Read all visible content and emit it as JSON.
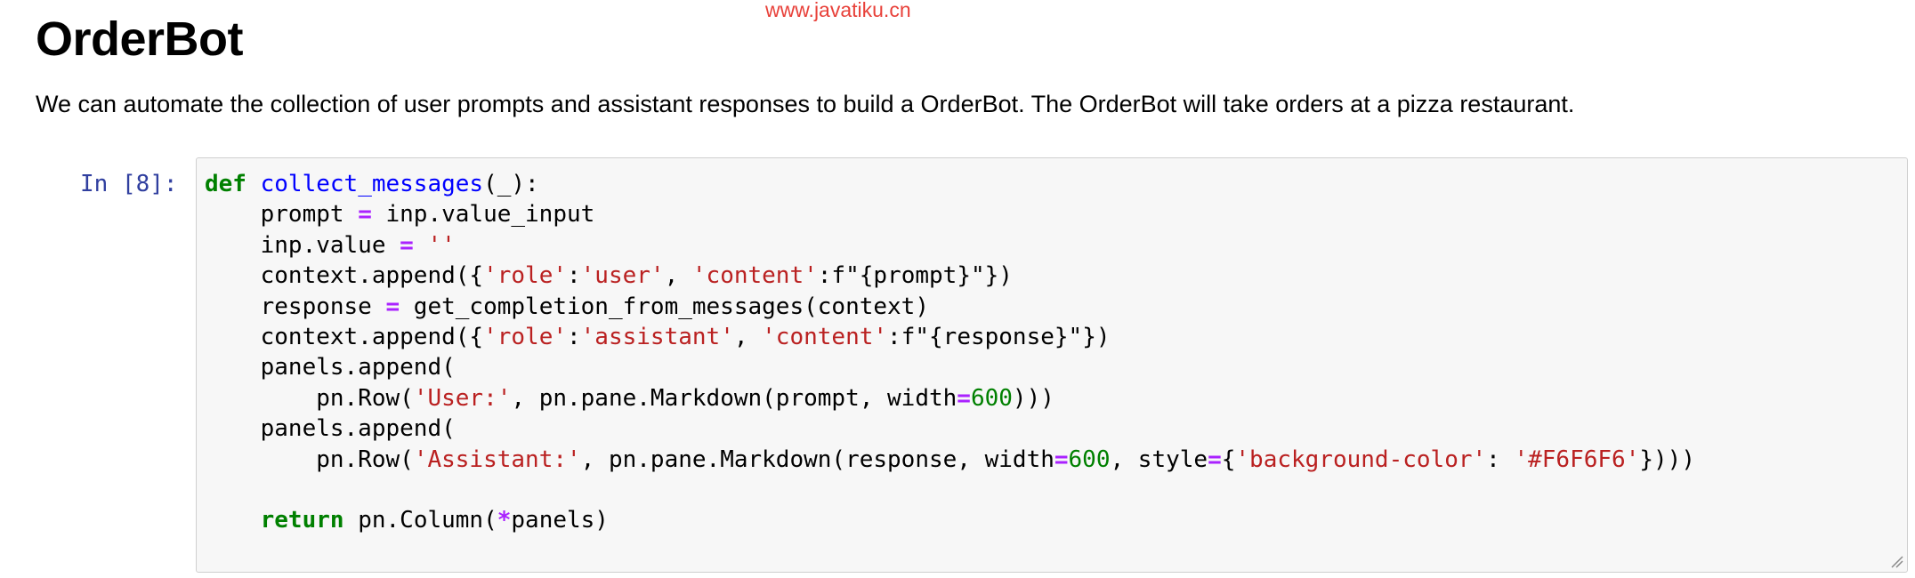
{
  "watermark": "www.javatiku.cn",
  "notebook": {
    "heading": "OrderBot",
    "description": "We can automate the collection of user prompts and assistant responses to build a OrderBot. The OrderBot will take orders at a pizza restaurant.",
    "cell": {
      "prompt_label": "In [8]:",
      "code_lines": [
        [
          {
            "t": "def",
            "c": "kw"
          },
          {
            "t": " ",
            "c": ""
          },
          {
            "t": "collect_messages",
            "c": "fn"
          },
          {
            "t": "(_):",
            "c": ""
          }
        ],
        [
          {
            "t": "    prompt ",
            "c": ""
          },
          {
            "t": "=",
            "c": "op"
          },
          {
            "t": " inp.value_input",
            "c": ""
          }
        ],
        [
          {
            "t": "    inp.value ",
            "c": ""
          },
          {
            "t": "=",
            "c": "op"
          },
          {
            "t": " ",
            "c": ""
          },
          {
            "t": "''",
            "c": "str"
          }
        ],
        [
          {
            "t": "    context.append({",
            "c": ""
          },
          {
            "t": "'role'",
            "c": "str"
          },
          {
            "t": ":",
            "c": ""
          },
          {
            "t": "'user'",
            "c": "str"
          },
          {
            "t": ", ",
            "c": ""
          },
          {
            "t": "'content'",
            "c": "str"
          },
          {
            "t": ":f\"{prompt}\"})",
            "c": ""
          }
        ],
        [
          {
            "t": "    response ",
            "c": ""
          },
          {
            "t": "=",
            "c": "op"
          },
          {
            "t": " get_completion_from_messages(context)",
            "c": ""
          }
        ],
        [
          {
            "t": "    context.append({",
            "c": ""
          },
          {
            "t": "'role'",
            "c": "str"
          },
          {
            "t": ":",
            "c": ""
          },
          {
            "t": "'assistant'",
            "c": "str"
          },
          {
            "t": ", ",
            "c": ""
          },
          {
            "t": "'content'",
            "c": "str"
          },
          {
            "t": ":f\"{response}\"})",
            "c": ""
          }
        ],
        [
          {
            "t": "    panels.append(",
            "c": ""
          }
        ],
        [
          {
            "t": "        pn.Row(",
            "c": ""
          },
          {
            "t": "'User:'",
            "c": "str"
          },
          {
            "t": ", pn.pane.Markdown(prompt, width",
            "c": ""
          },
          {
            "t": "=",
            "c": "op"
          },
          {
            "t": "600",
            "c": "num"
          },
          {
            "t": ")))",
            "c": ""
          }
        ],
        [
          {
            "t": "    panels.append(",
            "c": ""
          }
        ],
        [
          {
            "t": "        pn.Row(",
            "c": ""
          },
          {
            "t": "'Assistant:'",
            "c": "str"
          },
          {
            "t": ", pn.pane.Markdown(response, width",
            "c": ""
          },
          {
            "t": "=",
            "c": "op"
          },
          {
            "t": "600",
            "c": "num"
          },
          {
            "t": ", style",
            "c": ""
          },
          {
            "t": "=",
            "c": "op"
          },
          {
            "t": "{",
            "c": ""
          },
          {
            "t": "'background-color'",
            "c": "str"
          },
          {
            "t": ": ",
            "c": ""
          },
          {
            "t": "'#F6F6F6'",
            "c": "str"
          },
          {
            "t": "})))",
            "c": ""
          }
        ],
        [],
        [
          {
            "t": "    ",
            "c": ""
          },
          {
            "t": "return",
            "c": "kw"
          },
          {
            "t": " pn.Column(",
            "c": ""
          },
          {
            "t": "*",
            "c": "op"
          },
          {
            "t": "panels)",
            "c": ""
          }
        ]
      ]
    }
  },
  "icons": {
    "resize_handle": "resize-grip-icon"
  },
  "colors": {
    "watermark": "#e8413a",
    "prompt": "#303f9f",
    "keyword": "#008000",
    "function_name": "#0000ff",
    "operator": "#aa22ff",
    "string": "#ba2121",
    "number": "#008000",
    "cell_background": "#f7f7f7",
    "cell_border": "#cfcfcf"
  }
}
